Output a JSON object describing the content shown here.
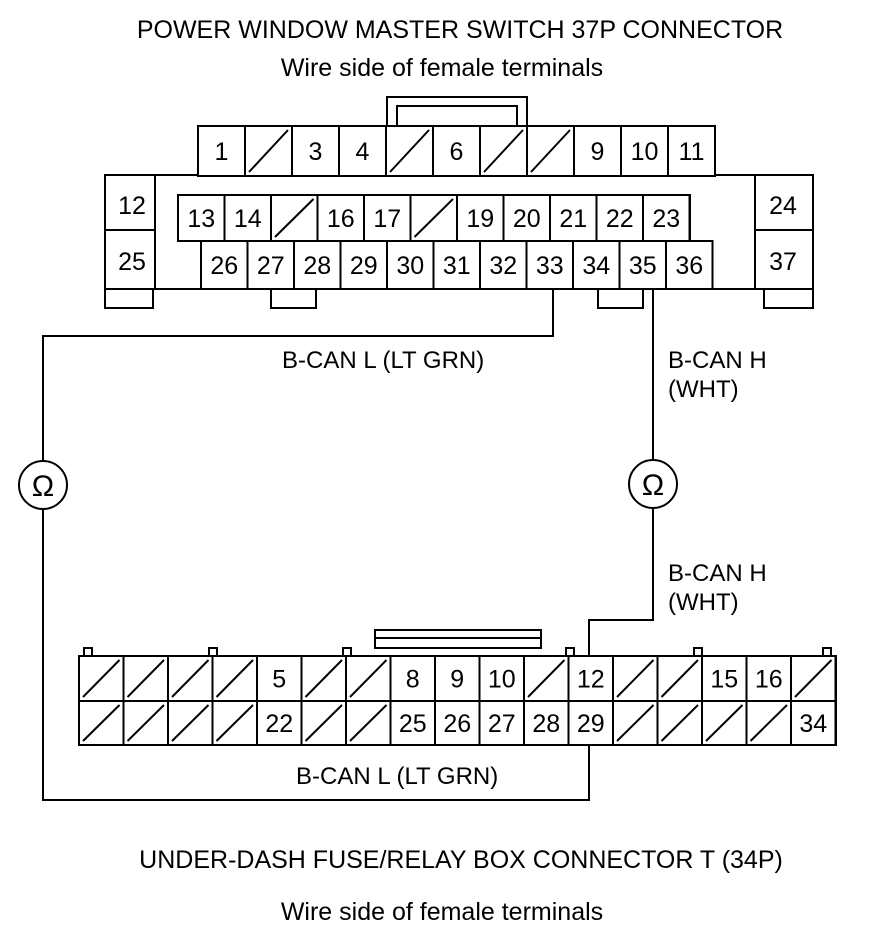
{
  "top_connector": {
    "title": "POWER WINDOW MASTER SWITCH 37P CONNECTOR",
    "subtitle": "Wire side of female terminals",
    "row1": [
      "1",
      "",
      "3",
      "4",
      "",
      "6",
      "",
      "",
      "9",
      "10",
      "11"
    ],
    "left_upper": "12",
    "left_lower": "25",
    "right_upper": "24",
    "right_lower": "37",
    "row2": [
      "13",
      "14",
      "",
      "16",
      "17",
      "",
      "19",
      "20",
      "21",
      "22",
      "23"
    ],
    "row3": [
      "26",
      "27",
      "28",
      "29",
      "30",
      "31",
      "32",
      "33",
      "34",
      "35",
      "36"
    ]
  },
  "bottom_connector": {
    "title": "UNDER-DASH FUSE/RELAY BOX CONNECTOR T (34P)",
    "subtitle": "Wire side of female terminals",
    "row1": [
      "",
      "",
      "",
      "",
      "5",
      "",
      "",
      "8",
      "9",
      "10",
      "",
      "12",
      "",
      "",
      "15",
      "16",
      ""
    ],
    "row2": [
      "",
      "",
      "",
      "",
      "22",
      "",
      "",
      "25",
      "26",
      "27",
      "28",
      "29",
      "",
      "",
      "",
      "",
      "34"
    ]
  },
  "wires": {
    "can_l_top": "B-CAN L (LT GRN)",
    "can_h_top_line1": "B-CAN H",
    "can_h_top_line2": "(WHT)",
    "can_h_bottom_line1": "B-CAN H",
    "can_h_bottom_line2": "(WHT)",
    "can_l_bottom": "B-CAN L (LT GRN)"
  },
  "meters": {
    "left_symbol": "Ω",
    "right_symbol": "Ω"
  }
}
